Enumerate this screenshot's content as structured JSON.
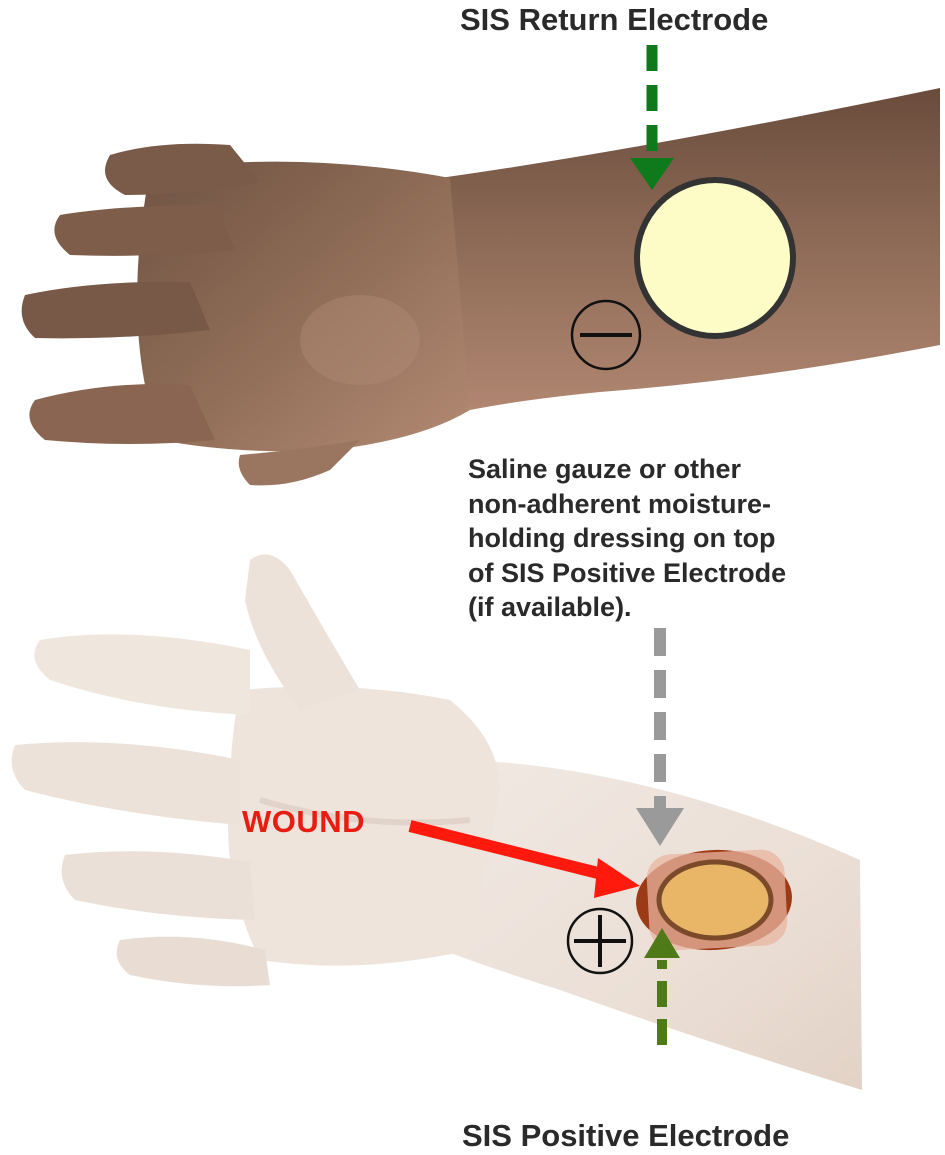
{
  "labels": {
    "return_electrode": "SIS Return Electrode",
    "positive_electrode": "SIS Positive Electrode",
    "dressing_note_line1": "Saline gauze or other",
    "dressing_note_line2": "non-adherent moisture-",
    "dressing_note_line3": "holding dressing on top",
    "dressing_note_line4": "of SIS Positive Electrode",
    "dressing_note_line5": "(if available).",
    "wound": "WOUND"
  },
  "colors": {
    "return_arrow": "#0f7a1c",
    "positive_arrow": "#4e7a17",
    "dressing_arrow": "#9a9a9a",
    "wound_arrow": "#ff1a0d",
    "wound_text": "#e81d12",
    "electrode_fill": "#fdfcc6",
    "positive_pad": "#e9b566",
    "dark_hand": "#8a6650",
    "light_hand": "#efe5dd"
  },
  "symbols": {
    "negative": "minus-sign-icon",
    "positive": "plus-sign-icon"
  }
}
